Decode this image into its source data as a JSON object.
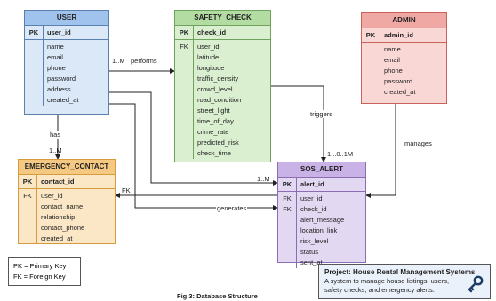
{
  "entities": {
    "user": {
      "title": "USER",
      "pk": "PK",
      "pk_field": "user_id",
      "fields": [
        "name",
        "email",
        "phone",
        "password",
        "address",
        "created_at"
      ]
    },
    "safety_check": {
      "title": "SAFETY_CHECK",
      "pk": "PK",
      "pk_field": "check_id",
      "fk": "FK",
      "fields": [
        "user_id",
        "latitude",
        "longitude",
        "traffic_density",
        "crowd_level",
        "road_condition",
        "street_light",
        "time_of_day",
        "crime_rate",
        "predicted_risk",
        "check_time"
      ]
    },
    "admin": {
      "title": "ADMIN",
      "pk": "PK",
      "pk_field": "admin_id",
      "fields": [
        "name",
        "email",
        "phone",
        "password",
        "created_at"
      ]
    },
    "emergency_contact": {
      "title": "EMERGENCY_CONTACT",
      "pk": "PK",
      "pk_field": "contact_id",
      "fk": "FK",
      "fields": [
        "user_id",
        "contact_name",
        "relationship",
        "contact_phone",
        "created_at"
      ]
    },
    "sos_alert": {
      "title": "SOS_ALERT",
      "pk": "PK",
      "pk_field": "alert_id",
      "fk": "FK",
      "fields": [
        "user_id",
        "check_id",
        "alert_message",
        "location_link",
        "risk_level",
        "status",
        "sent_at"
      ]
    }
  },
  "relations": {
    "performs": "performs",
    "performs_card": "1..M",
    "triggers": "triggers",
    "triggers_card": "1...0..1M",
    "has": "has",
    "has_card": "1..M",
    "fk_label": "FK",
    "generates": "generates",
    "generates_card": "1..M",
    "manages": "manages"
  },
  "legend": {
    "pk": "PK = Primary Key",
    "fk": "FK = Foreign Key"
  },
  "caption": "Fig 3: Database Structure",
  "project": {
    "title": "Project: House Rental Management Systems",
    "description": "A system to manage house listings, users, safety checks, and emergency alerts."
  },
  "colors": {
    "user": "#9fc3ec",
    "safety_check": "#b3dca3",
    "admin": "#f0a8a4",
    "emergency_contact": "#f6c983",
    "sos_alert": "#c9b3e6"
  },
  "icons": [
    "key-icon"
  ]
}
